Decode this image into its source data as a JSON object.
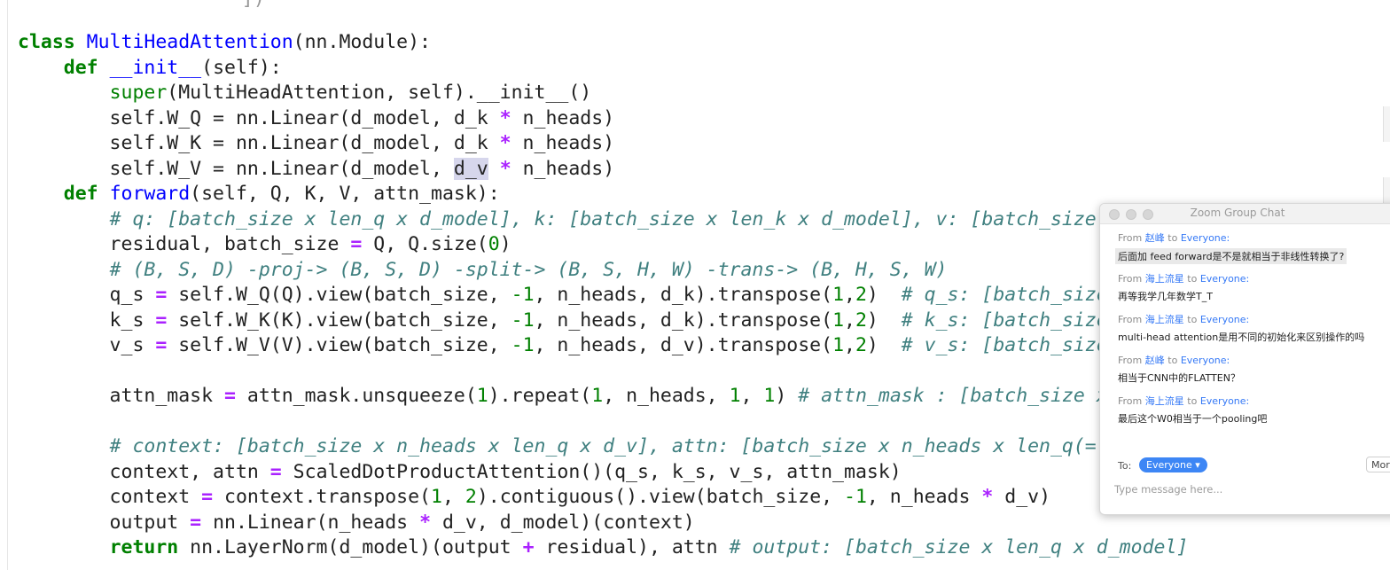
{
  "editor": {
    "top_fragment": "          ])",
    "lines": [
      [
        {
          "t": "class ",
          "c": "kw"
        },
        {
          "t": "MultiHeadAttention",
          "c": "cls"
        },
        {
          "t": "(nn.Module):",
          "c": ""
        }
      ],
      [
        {
          "t": "    ",
          "c": ""
        },
        {
          "t": "def ",
          "c": "kw"
        },
        {
          "t": "__init__",
          "c": "fn"
        },
        {
          "t": "(self):",
          "c": ""
        }
      ],
      [
        {
          "t": "        ",
          "c": ""
        },
        {
          "t": "super",
          "c": "bi"
        },
        {
          "t": "(MultiHeadAttention, self).__init__()",
          "c": ""
        }
      ],
      [
        {
          "t": "        self.W_Q = nn.Linear(d_model, d_k ",
          "c": ""
        },
        {
          "t": "*",
          "c": "op"
        },
        {
          "t": " n_heads)",
          "c": ""
        }
      ],
      [
        {
          "t": "        self.W_K = nn.Linear(d_model, d_k ",
          "c": ""
        },
        {
          "t": "*",
          "c": "op"
        },
        {
          "t": " n_heads)",
          "c": ""
        }
      ],
      [
        {
          "t": "        self.W_V = nn.Linear(d_model, ",
          "c": ""
        },
        {
          "t": "d_v",
          "c": "hl"
        },
        {
          "t": " ",
          "c": ""
        },
        {
          "t": "*",
          "c": "op"
        },
        {
          "t": " n_heads)",
          "c": ""
        }
      ],
      [
        {
          "t": "    ",
          "c": ""
        },
        {
          "t": "def ",
          "c": "kw"
        },
        {
          "t": "forward",
          "c": "fn"
        },
        {
          "t": "(self, Q, K, V, attn_mask):",
          "c": ""
        }
      ],
      [
        {
          "t": "        ",
          "c": ""
        },
        {
          "t": "# q: [batch_size x len_q x d_model], k: [batch_size x len_k x d_model], v: [batch_size x len_k x d_model]",
          "c": "cm"
        }
      ],
      [
        {
          "t": "        residual, batch_size ",
          "c": ""
        },
        {
          "t": "=",
          "c": "op"
        },
        {
          "t": " Q, Q.size(",
          "c": ""
        },
        {
          "t": "0",
          "c": "num"
        },
        {
          "t": ")",
          "c": ""
        }
      ],
      [
        {
          "t": "        ",
          "c": ""
        },
        {
          "t": "# (B, S, D) -proj-> (B, S, D) -split-> (B, S, H, W) -trans-> (B, H, S, W)",
          "c": "cm"
        }
      ],
      [
        {
          "t": "        q_s ",
          "c": ""
        },
        {
          "t": "=",
          "c": "op"
        },
        {
          "t": " self.W_Q(Q).view(batch_size, ",
          "c": ""
        },
        {
          "t": "-1",
          "c": "num"
        },
        {
          "t": ", n_heads, d_k).transpose(",
          "c": ""
        },
        {
          "t": "1",
          "c": "num"
        },
        {
          "t": ",",
          "c": ""
        },
        {
          "t": "2",
          "c": "num"
        },
        {
          "t": ")  ",
          "c": ""
        },
        {
          "t": "# q_s: [batch_size x n_heads x len_q x d_k]",
          "c": "cm"
        }
      ],
      [
        {
          "t": "        k_s ",
          "c": ""
        },
        {
          "t": "=",
          "c": "op"
        },
        {
          "t": " self.W_K(K).view(batch_size, ",
          "c": ""
        },
        {
          "t": "-1",
          "c": "num"
        },
        {
          "t": ", n_heads, d_k).transpose(",
          "c": ""
        },
        {
          "t": "1",
          "c": "num"
        },
        {
          "t": ",",
          "c": ""
        },
        {
          "t": "2",
          "c": "num"
        },
        {
          "t": ")  ",
          "c": ""
        },
        {
          "t": "# k_s: [batch_size x n_heads x len_k x d_k]",
          "c": "cm"
        }
      ],
      [
        {
          "t": "        v_s ",
          "c": ""
        },
        {
          "t": "=",
          "c": "op"
        },
        {
          "t": " self.W_V(V).view(batch_size, ",
          "c": ""
        },
        {
          "t": "-1",
          "c": "num"
        },
        {
          "t": ", n_heads, d_v).transpose(",
          "c": ""
        },
        {
          "t": "1",
          "c": "num"
        },
        {
          "t": ",",
          "c": ""
        },
        {
          "t": "2",
          "c": "num"
        },
        {
          "t": ")  ",
          "c": ""
        },
        {
          "t": "# v_s: [batch_size x n_heads x len_k x d_v]",
          "c": "cm"
        }
      ],
      [],
      [
        {
          "t": "        attn_mask ",
          "c": ""
        },
        {
          "t": "=",
          "c": "op"
        },
        {
          "t": " attn_mask.unsqueeze(",
          "c": ""
        },
        {
          "t": "1",
          "c": "num"
        },
        {
          "t": ").repeat(",
          "c": ""
        },
        {
          "t": "1",
          "c": "num"
        },
        {
          "t": ", n_heads, ",
          "c": ""
        },
        {
          "t": "1",
          "c": "num"
        },
        {
          "t": ", ",
          "c": ""
        },
        {
          "t": "1",
          "c": "num"
        },
        {
          "t": ") ",
          "c": ""
        },
        {
          "t": "# attn_mask : [batch_size x n_heads x len_q x len_k]",
          "c": "cm"
        }
      ],
      [],
      [
        {
          "t": "        ",
          "c": ""
        },
        {
          "t": "# context: [batch_size x n_heads x len_q x d_v], attn: [batch_size x n_heads x len_q(=len_k) x len_k(=len_q)]",
          "c": "cm"
        }
      ],
      [
        {
          "t": "        context, attn ",
          "c": ""
        },
        {
          "t": "=",
          "c": "op"
        },
        {
          "t": " ScaledDotProductAttention()(q_s, k_s, v_s, attn_mask)",
          "c": ""
        }
      ],
      [
        {
          "t": "        context ",
          "c": ""
        },
        {
          "t": "=",
          "c": "op"
        },
        {
          "t": " context.transpose(",
          "c": ""
        },
        {
          "t": "1",
          "c": "num"
        },
        {
          "t": ", ",
          "c": ""
        },
        {
          "t": "2",
          "c": "num"
        },
        {
          "t": ").contiguous().view(batch_size, ",
          "c": ""
        },
        {
          "t": "-1",
          "c": "num"
        },
        {
          "t": ", n_heads ",
          "c": ""
        },
        {
          "t": "*",
          "c": "op"
        },
        {
          "t": " d_v)",
          "c": ""
        }
      ],
      [
        {
          "t": "        output ",
          "c": ""
        },
        {
          "t": "=",
          "c": "op"
        },
        {
          "t": " nn.Linear(n_heads ",
          "c": ""
        },
        {
          "t": "*",
          "c": "op"
        },
        {
          "t": " d_v, d_model)(context)",
          "c": ""
        }
      ],
      [
        {
          "t": "        ",
          "c": ""
        },
        {
          "t": "return ",
          "c": "kw"
        },
        {
          "t": "nn.LayerNorm(d_model)(output ",
          "c": ""
        },
        {
          "t": "+",
          "c": "op"
        },
        {
          "t": " residual), attn ",
          "c": ""
        },
        {
          "t": "# output: [batch_size x len_q x d_model]",
          "c": "cm"
        }
      ]
    ]
  },
  "chat": {
    "title": "Zoom Group Chat",
    "from_label": "From",
    "to_word": "to",
    "messages": [
      {
        "sender": "赵峰",
        "recipient": "Everyone:",
        "text": "后面加 feed forward是不是就相当于非线性转换了?",
        "selected": true
      },
      {
        "sender": "海上流星",
        "recipient": "Everyone:",
        "text": "再等我学几年数学T_T",
        "selected": false
      },
      {
        "sender": "海上流星",
        "recipient": "Everyone:",
        "text": "multi-head attention是用不同的初始化来区别操作的吗",
        "selected": false
      },
      {
        "sender": "赵峰",
        "recipient": "Everyone:",
        "text": "相当于CNN中的FLATTEN？",
        "selected": false
      },
      {
        "sender": "海上流星",
        "recipient": "Everyone:",
        "text": "最后这个W0相当于一个pooling吧",
        "selected": false
      }
    ],
    "to_label": "To:",
    "recipient_button": "Everyone ▾",
    "more_button": "More",
    "input_placeholder": "Type message here...",
    "input_value": ""
  }
}
